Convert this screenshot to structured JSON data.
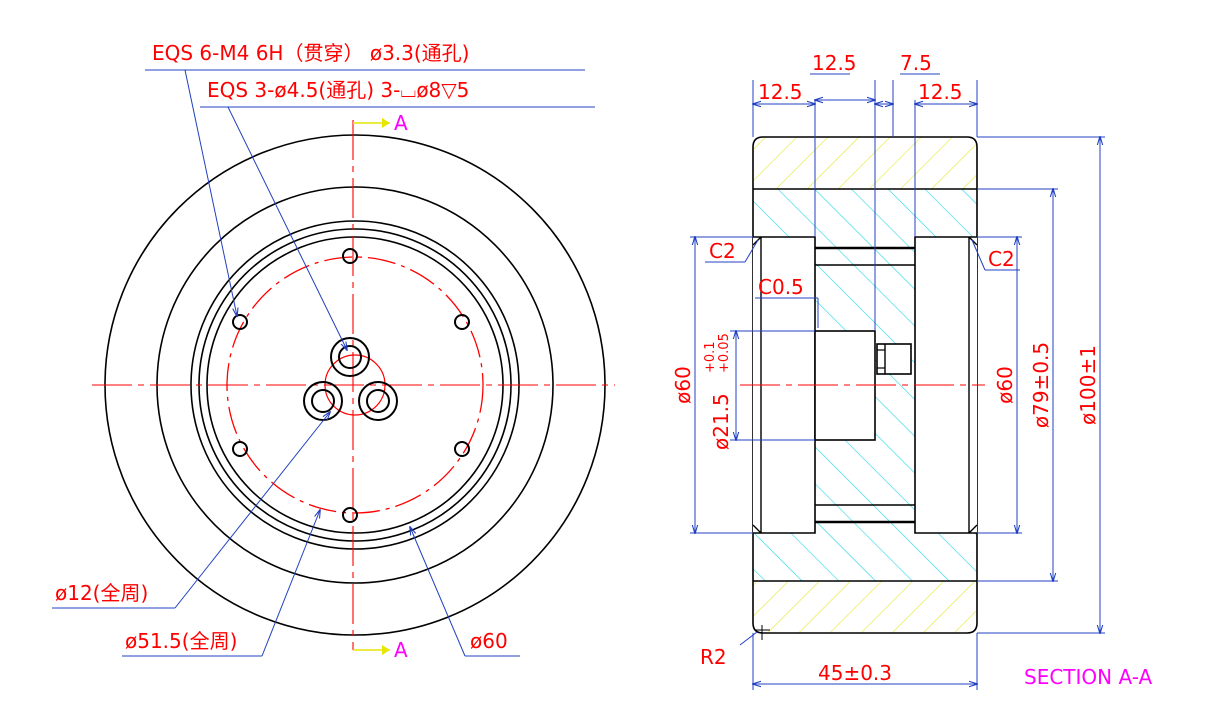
{
  "colors": {
    "outline": "#000000",
    "dimension": "#ff0000",
    "leader": "#2040c0",
    "centerline": "#ff0000",
    "hatch_outer": "#e6e62e",
    "hatch_inner": "#21d7e6",
    "section_label": "#ff00ff",
    "section_marker": "#e6e600"
  },
  "front_view": {
    "callouts": {
      "tapped_holes": "EQS 6-M4 6H（贯穿） ø3.3(通孔)",
      "counterbore_holes": "EQS 3-ø4.5(通孔) 3-⌴ø8▽5",
      "pcd_small": "ø12(全周)",
      "pcd_large": "ø51.5(全周)",
      "bore": "ø60"
    },
    "section_marker_top": "A",
    "section_marker_bottom": "A"
  },
  "section_view": {
    "label": "SECTION A-A",
    "widths": {
      "top_span": "12.5",
      "groove": "7.5",
      "left_step": "12.5",
      "right_step": "12.5",
      "overall": "45±0.3"
    },
    "chamfers": {
      "left": "C2",
      "right": "C2",
      "inner": "C0.5"
    },
    "radius": "R2",
    "diameters": {
      "bore_left": "ø60",
      "hub": "ø21.5",
      "hub_tol_upper": "+0.1",
      "hub_tol_lower": "+0.05",
      "bore_right": "ø60",
      "core": "ø79±0.5",
      "outer": "ø100±1"
    }
  }
}
